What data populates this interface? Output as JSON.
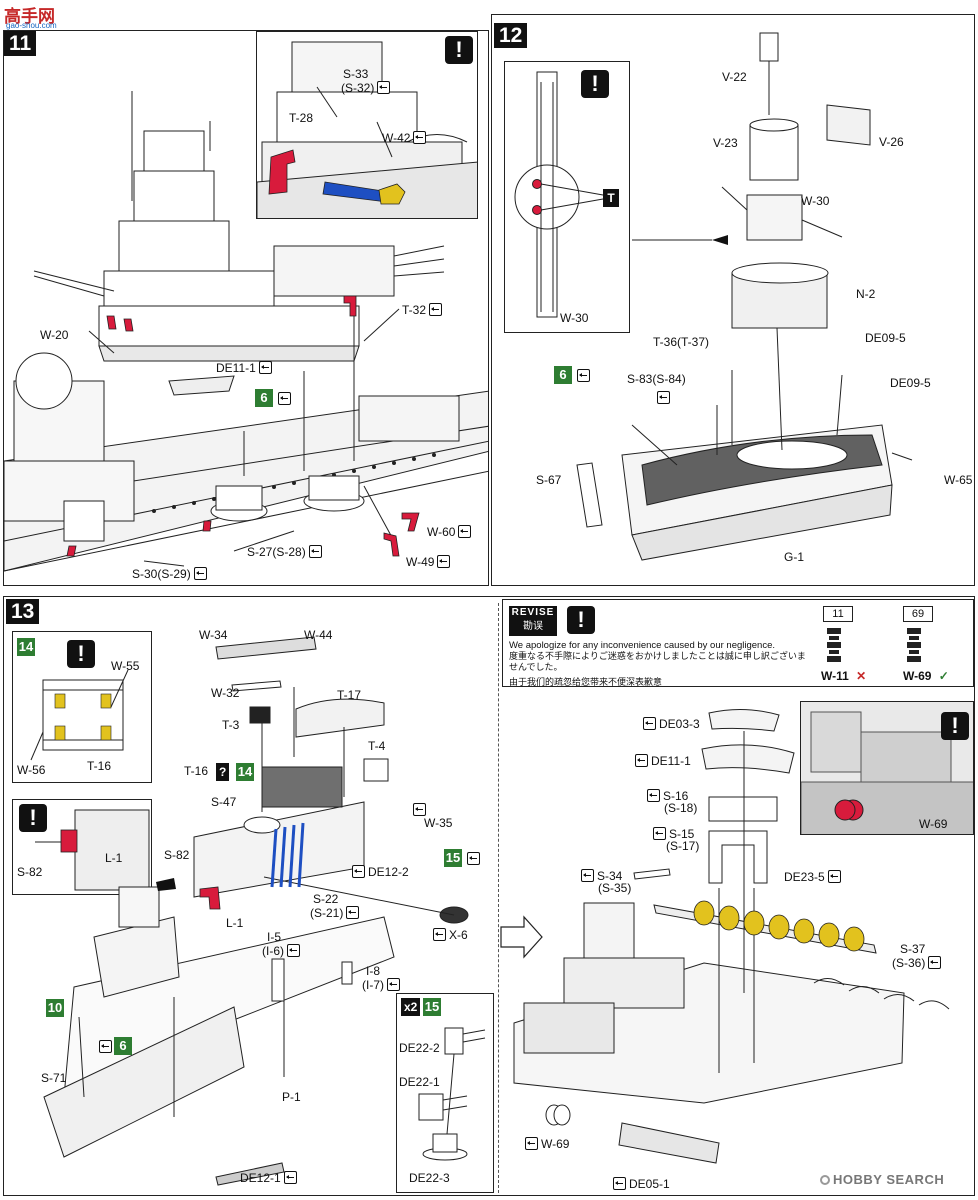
{
  "header": {
    "logo_text": "高手网",
    "logo_sub": "gao-shou.com"
  },
  "step11": {
    "number": "11",
    "labels": {
      "s33": "S-33",
      "s32": "(S-32)",
      "t28": "T-28",
      "w42": "W-42",
      "w20": "W-20",
      "t32": "T-32",
      "de11_1": "DE11-1",
      "six": "6",
      "w60": "W-60",
      "w49": "W-49",
      "s27": "S-27(S-28)",
      "s30": "S-30(S-29)"
    }
  },
  "step12": {
    "number": "12",
    "labels": {
      "v22": "V-22",
      "v23": "V-23",
      "v26": "V-26",
      "w30_top": "W-30",
      "n2": "N-2",
      "w30_inset": "W-30",
      "t36": "T-36(T-37)",
      "de09_5a": "DE09-5",
      "de09_5b": "DE09-5",
      "six": "6",
      "s83": "S-83(S-84)",
      "s67": "S-67",
      "w65": "W-65",
      "g1": "G-1"
    }
  },
  "step13": {
    "number": "13",
    "labels": {
      "fourteen": "14",
      "w55": "W-55",
      "w56": "W-56",
      "t16_inset": "T-16",
      "s82_inset": "S-82",
      "l1_inset": "L-1",
      "w34": "W-34",
      "w44": "W-44",
      "w32": "W-32",
      "t17": "T-17",
      "t3": "T-3",
      "t4": "T-4",
      "t16": "T-16",
      "q": "?",
      "fourteen_b": "14",
      "s47": "S-47",
      "w35": "W-35",
      "s82": "S-82",
      "de12_2": "DE12-2",
      "fifteen": "15",
      "l1": "L-1",
      "s22": "S-22",
      "s21": "(S-21)",
      "x6": "X-6",
      "i5": "I-5",
      "i6": "(I-6)",
      "i8": "I-8",
      "i7": "(I-7)",
      "ten": "10",
      "six": "6",
      "s71": "S-71",
      "p1": "P-1",
      "de12_1": "DE12-1",
      "x2": "x2",
      "fifteen_b": "15",
      "de22_2": "DE22-2",
      "de22_1": "DE22-1",
      "de22_3": "DE22-3"
    }
  },
  "revise": {
    "badge_en": "REVISE",
    "badge_cn": "勘误",
    "line_en": "We apologize for any inconvenience caused by our negligence.",
    "line_jp": "度重なる不手際によりご迷惑をおかけしましたことは誠に申し訳ございませんでした。",
    "line_cn": "由于我们的疏忽给您带来不便深表歉意",
    "wrong_num": "11",
    "right_num": "69",
    "wrong_label": "W-11",
    "right_label": "W-69",
    "wrong_mark": "✕",
    "right_mark": "✓"
  },
  "step13b": {
    "labels": {
      "de03_3": "DE03-3",
      "de11_1": "DE11-1",
      "s16": "S-16",
      "s18": "(S-18)",
      "s15": "S-15",
      "s17": "(S-17)",
      "s34": "S-34",
      "s35": "(S-35)",
      "de23_5": "DE23-5",
      "s37": "S-37",
      "s36": "(S-36)",
      "w69": "W-69",
      "w69_inset": "W-69",
      "de05_1": "DE05-1"
    }
  },
  "footer": {
    "brand": "HOBBY SEARCH"
  },
  "colors": {
    "red_part": "#d81b3c",
    "blue_part": "#1e4fc2",
    "yellow_part": "#e2c21e",
    "green_badge": "#2e7d32",
    "ink": "#111111"
  }
}
